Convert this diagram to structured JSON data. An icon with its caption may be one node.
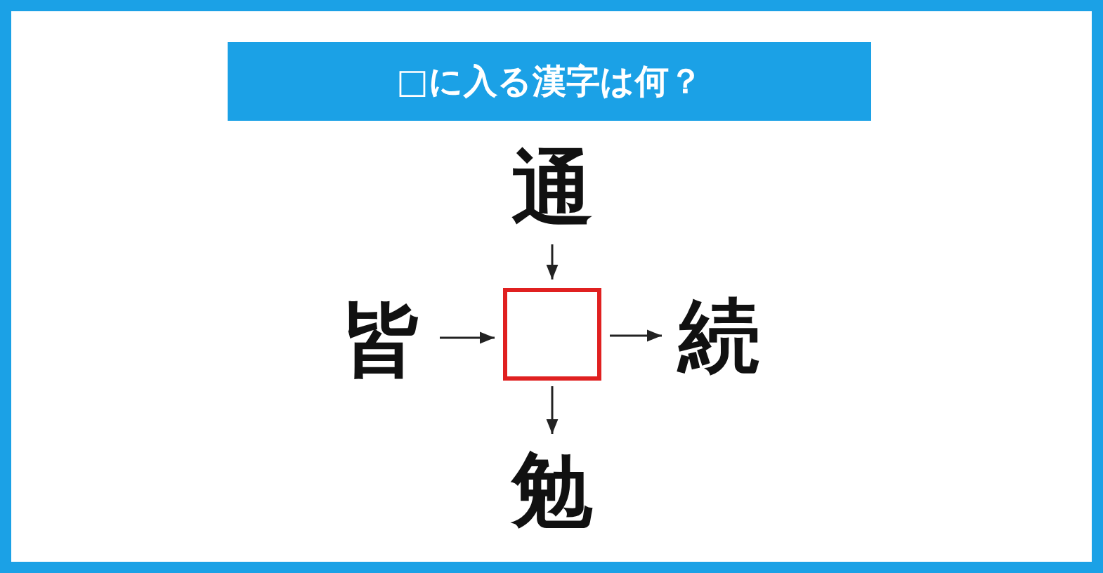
{
  "diagram": {
    "title": "□に入る漢字は何？",
    "nodes": [
      {
        "text": [
          "通"
        ]
      },
      {
        "text": [
          "皆"
        ]
      },
      {
        "text": [],
        "shape": "box"
      },
      {
        "text": [
          "続"
        ]
      },
      {
        "text": [
          "勉"
        ]
      }
    ],
    "edges": [
      {
        "from": 0,
        "to": 2,
        "arrow": "to"
      },
      {
        "from": 1,
        "to": 2,
        "arrow": "to"
      },
      {
        "from": 2,
        "to": 3,
        "arrow": "to"
      },
      {
        "from": 2,
        "to": 4,
        "arrow": "to"
      }
    ]
  }
}
